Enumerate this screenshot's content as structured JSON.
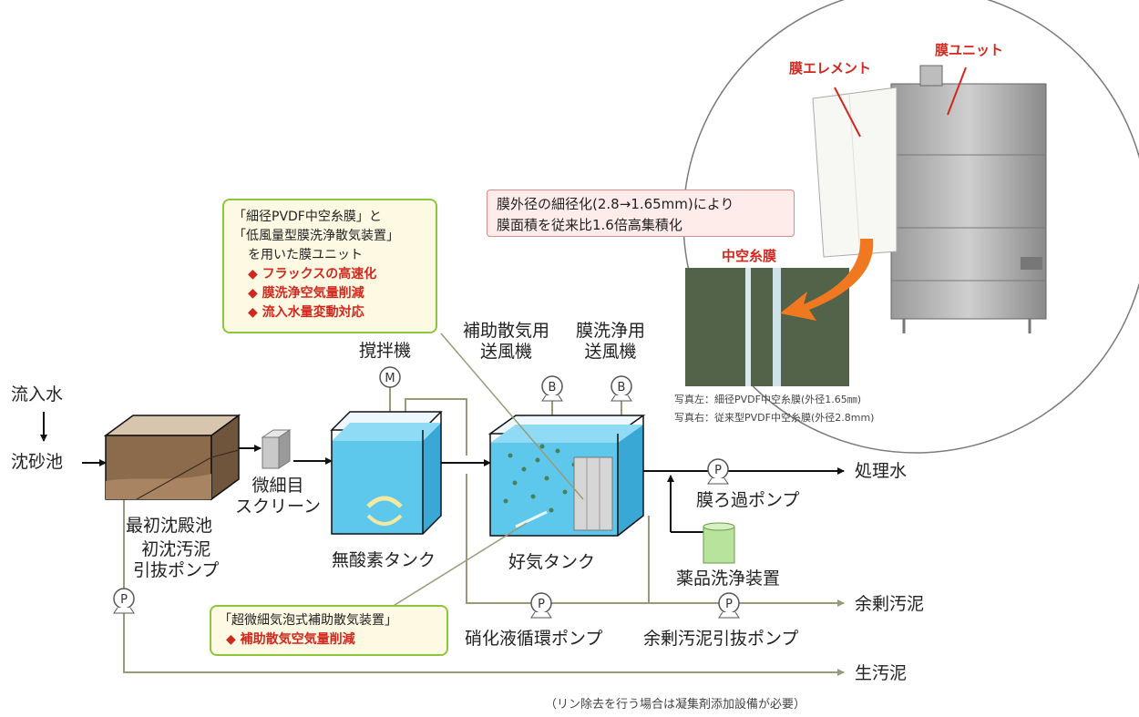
{
  "labels": {
    "inflow": "流入水",
    "grit": "沈砂池",
    "primary": "最初沈殿池",
    "screen": "微細目\nスクリーン",
    "anoxic": "無酸素タンク",
    "aerobic": "好気タンク",
    "mixer": "撹拌機",
    "aux_blower": "補助散気用\n送風機",
    "wash_blower": "膜洗浄用\n送風機",
    "filt_pump": "膜ろ過ポンプ",
    "treated": "処理水",
    "chem_wash": "薬品洗浄装置",
    "excess": "余剰汚泥",
    "raw_sludge": "生汚泥",
    "primary_pump": "初沈汚泥\n引抜ポンプ",
    "nitr_pump": "硝化液循環ポンプ",
    "excess_pump": "余剰汚泥引抜ポンプ",
    "note_bottom": "（リン除去を行う場合は凝集剤添加設備が必要）"
  },
  "symbols": {
    "motor": "M",
    "blower": "B",
    "pump": "P"
  },
  "callout_membrane": {
    "line1": "「細径PVDF中空糸膜」と",
    "line2": "「低風量型膜洗浄散気装置」",
    "line3": "を用いた膜ユニット",
    "items": [
      "フラックスの高速化",
      "膜洗浄空気量削減",
      "流入水量変動対応"
    ]
  },
  "callout_diffuser": {
    "line1": "「超微細気泡式補助散気装置」",
    "items": [
      "補助散気空気量削減"
    ]
  },
  "photo": {
    "note1": "膜外径の細径化(2.8→1.65mm)により",
    "note2": "膜面積を従来比1.6倍高集積化",
    "element_label": "膜エレメント",
    "unit_label": "膜ユニット",
    "fiber_label": "中空糸膜",
    "caption1": "写真左：細径PVDF中空糸膜(外径1.65㎜)",
    "caption2": "写真右：従来型PVDF中空糸膜(外径2.8mm)"
  },
  "colors": {
    "water": "#5ec8ec",
    "sludge": "#9b7552",
    "callout_border": "#8cc63f",
    "red_text": "#d0281e",
    "arrow_orange": "#f07820",
    "chem_tank": "#b8e39c"
  }
}
